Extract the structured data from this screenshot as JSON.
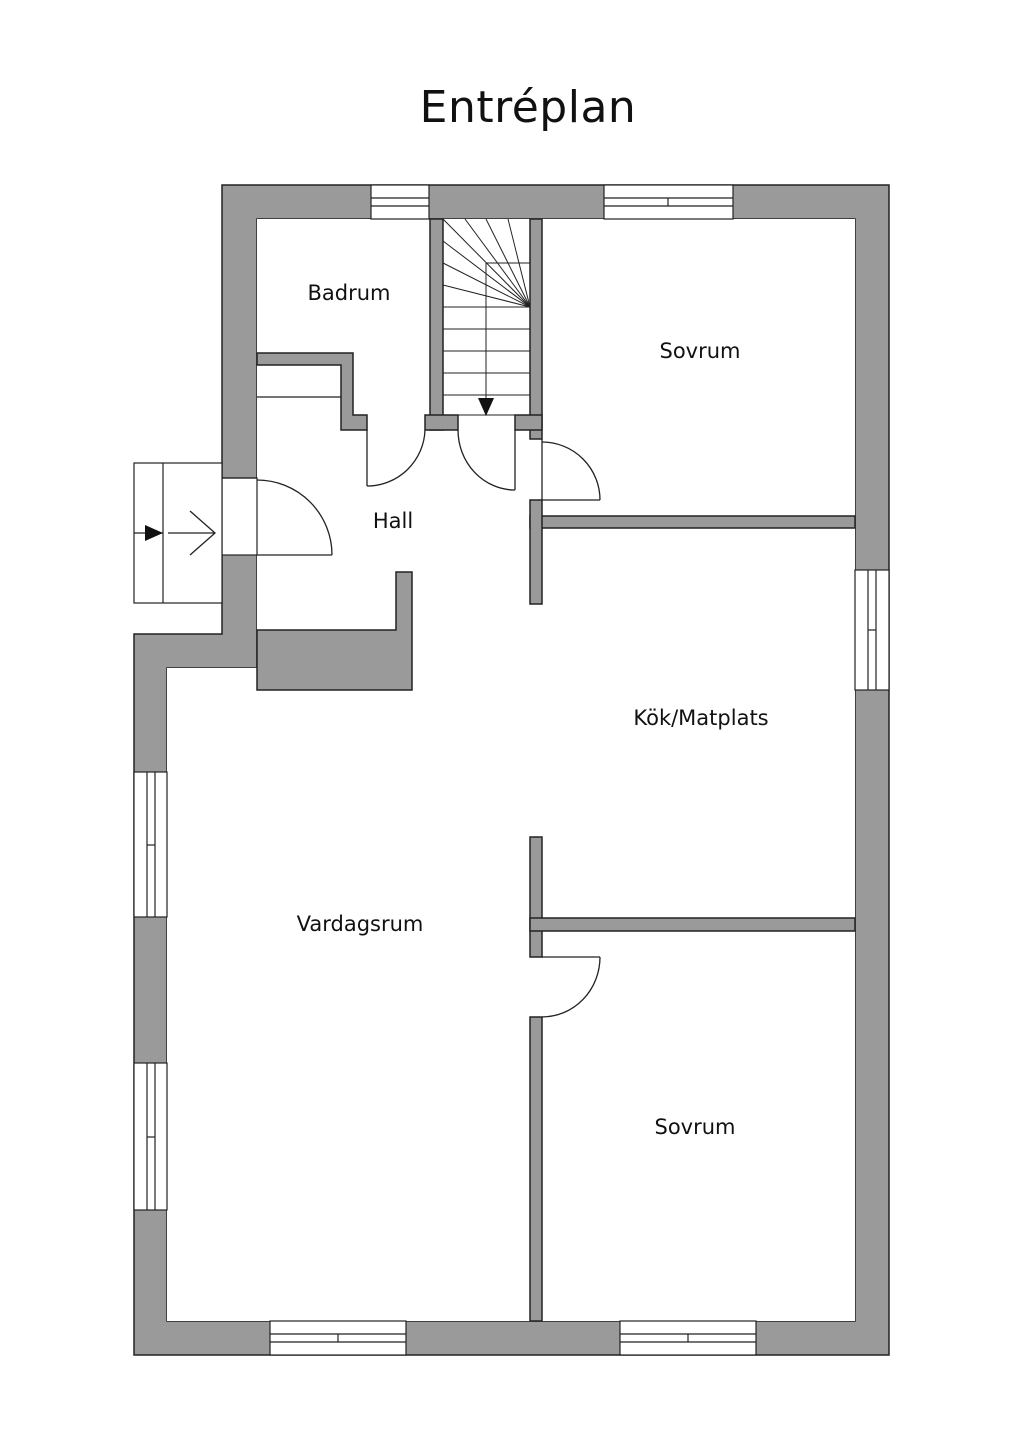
{
  "title": "Entréplan",
  "colors": {
    "wall": "#9a9a9a",
    "line": "#222222",
    "background": "#ffffff",
    "text": "#111111"
  },
  "rooms": {
    "badrum": "Badrum",
    "hall": "Hall",
    "sovrum_top": "Sovrum",
    "kok": "Kök/Matplats",
    "vardagsrum": "Vardagsrum",
    "sovrum_bottom": "Sovrum"
  },
  "icons": {
    "entrance": "entrance-arrow-icon",
    "stairs": "stairs-down-arrow-icon"
  }
}
